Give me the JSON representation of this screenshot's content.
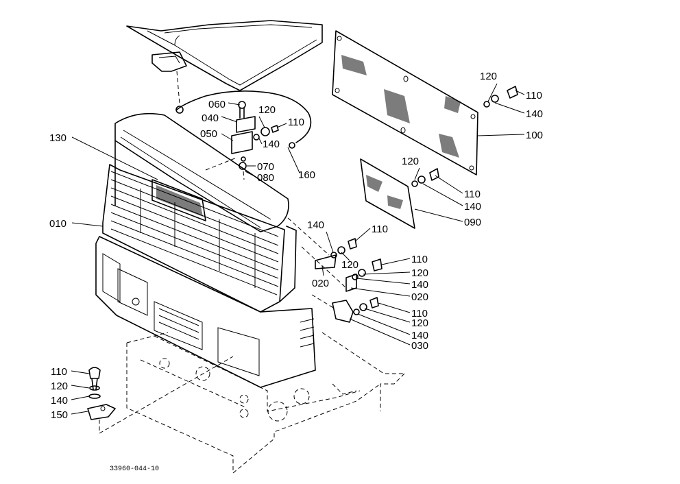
{
  "callouts": {
    "c130": "130",
    "c010": "010",
    "c060": "060",
    "c040": "040",
    "c050": "050",
    "c120a": "120",
    "c110a": "110",
    "c140a": "140",
    "c070": "070",
    "c080": "080",
    "c160": "160",
    "c120b": "120",
    "c110b": "110",
    "c140b": "140",
    "c100": "100",
    "c120c": "120",
    "c110c": "110",
    "c140c": "140",
    "c090": "090",
    "c140d": "140",
    "c110d": "110",
    "c120d": "120",
    "c020a": "020",
    "c110e": "110",
    "c120e": "120",
    "c140e": "140",
    "c020b": "020",
    "c110f": "110",
    "c120f": "120",
    "c140f": "140",
    "c030": "030",
    "c110g": "110",
    "c120g": "120",
    "c140g": "140",
    "c150": "150"
  },
  "drawing_code": "33960-044-10"
}
